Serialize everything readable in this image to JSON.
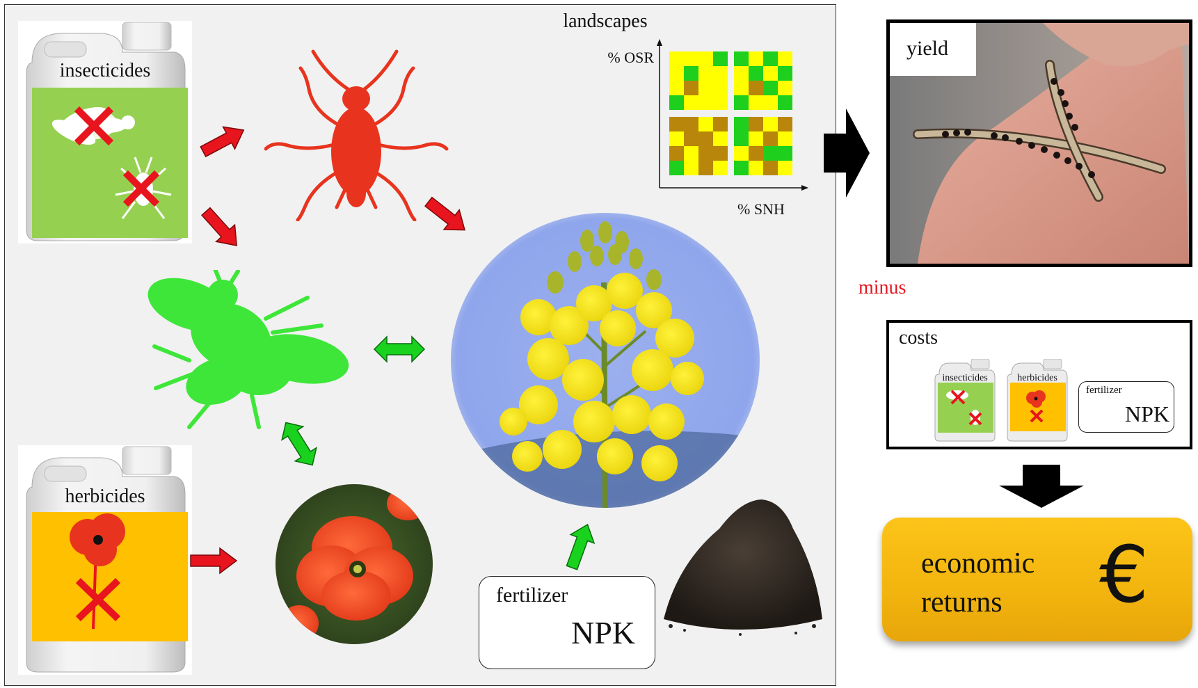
{
  "containers": {
    "insecticides_label": "insecticides",
    "herbicides_label": "herbicides"
  },
  "landscapes": {
    "title": "landscapes",
    "y_axis_label": "% OSR",
    "x_axis_label": "% SNH"
  },
  "fertilizer": {
    "label": "fertilizer",
    "formula": "NPK"
  },
  "yield": {
    "label": "yield"
  },
  "operation": {
    "label": "minus",
    "color": "#e8141e"
  },
  "costs": {
    "title": "costs",
    "insecticides_label": "insecticides",
    "herbicides_label": "herbicides",
    "fertilizer_label": "fertilizer",
    "fertilizer_formula": "NPK"
  },
  "economic": {
    "line1": "economic",
    "line2": "returns",
    "symbol": "€"
  },
  "colors": {
    "red_arrow": "#e8141e",
    "green_arrow": "#19d21e",
    "insecticide_panel": "#96d051",
    "herbicide_panel": "#ffc000",
    "aphid": "#e8341e",
    "bee": "#3ee63a",
    "sky": "#8fa6ec",
    "economic_gold": "#f5bb10"
  }
}
